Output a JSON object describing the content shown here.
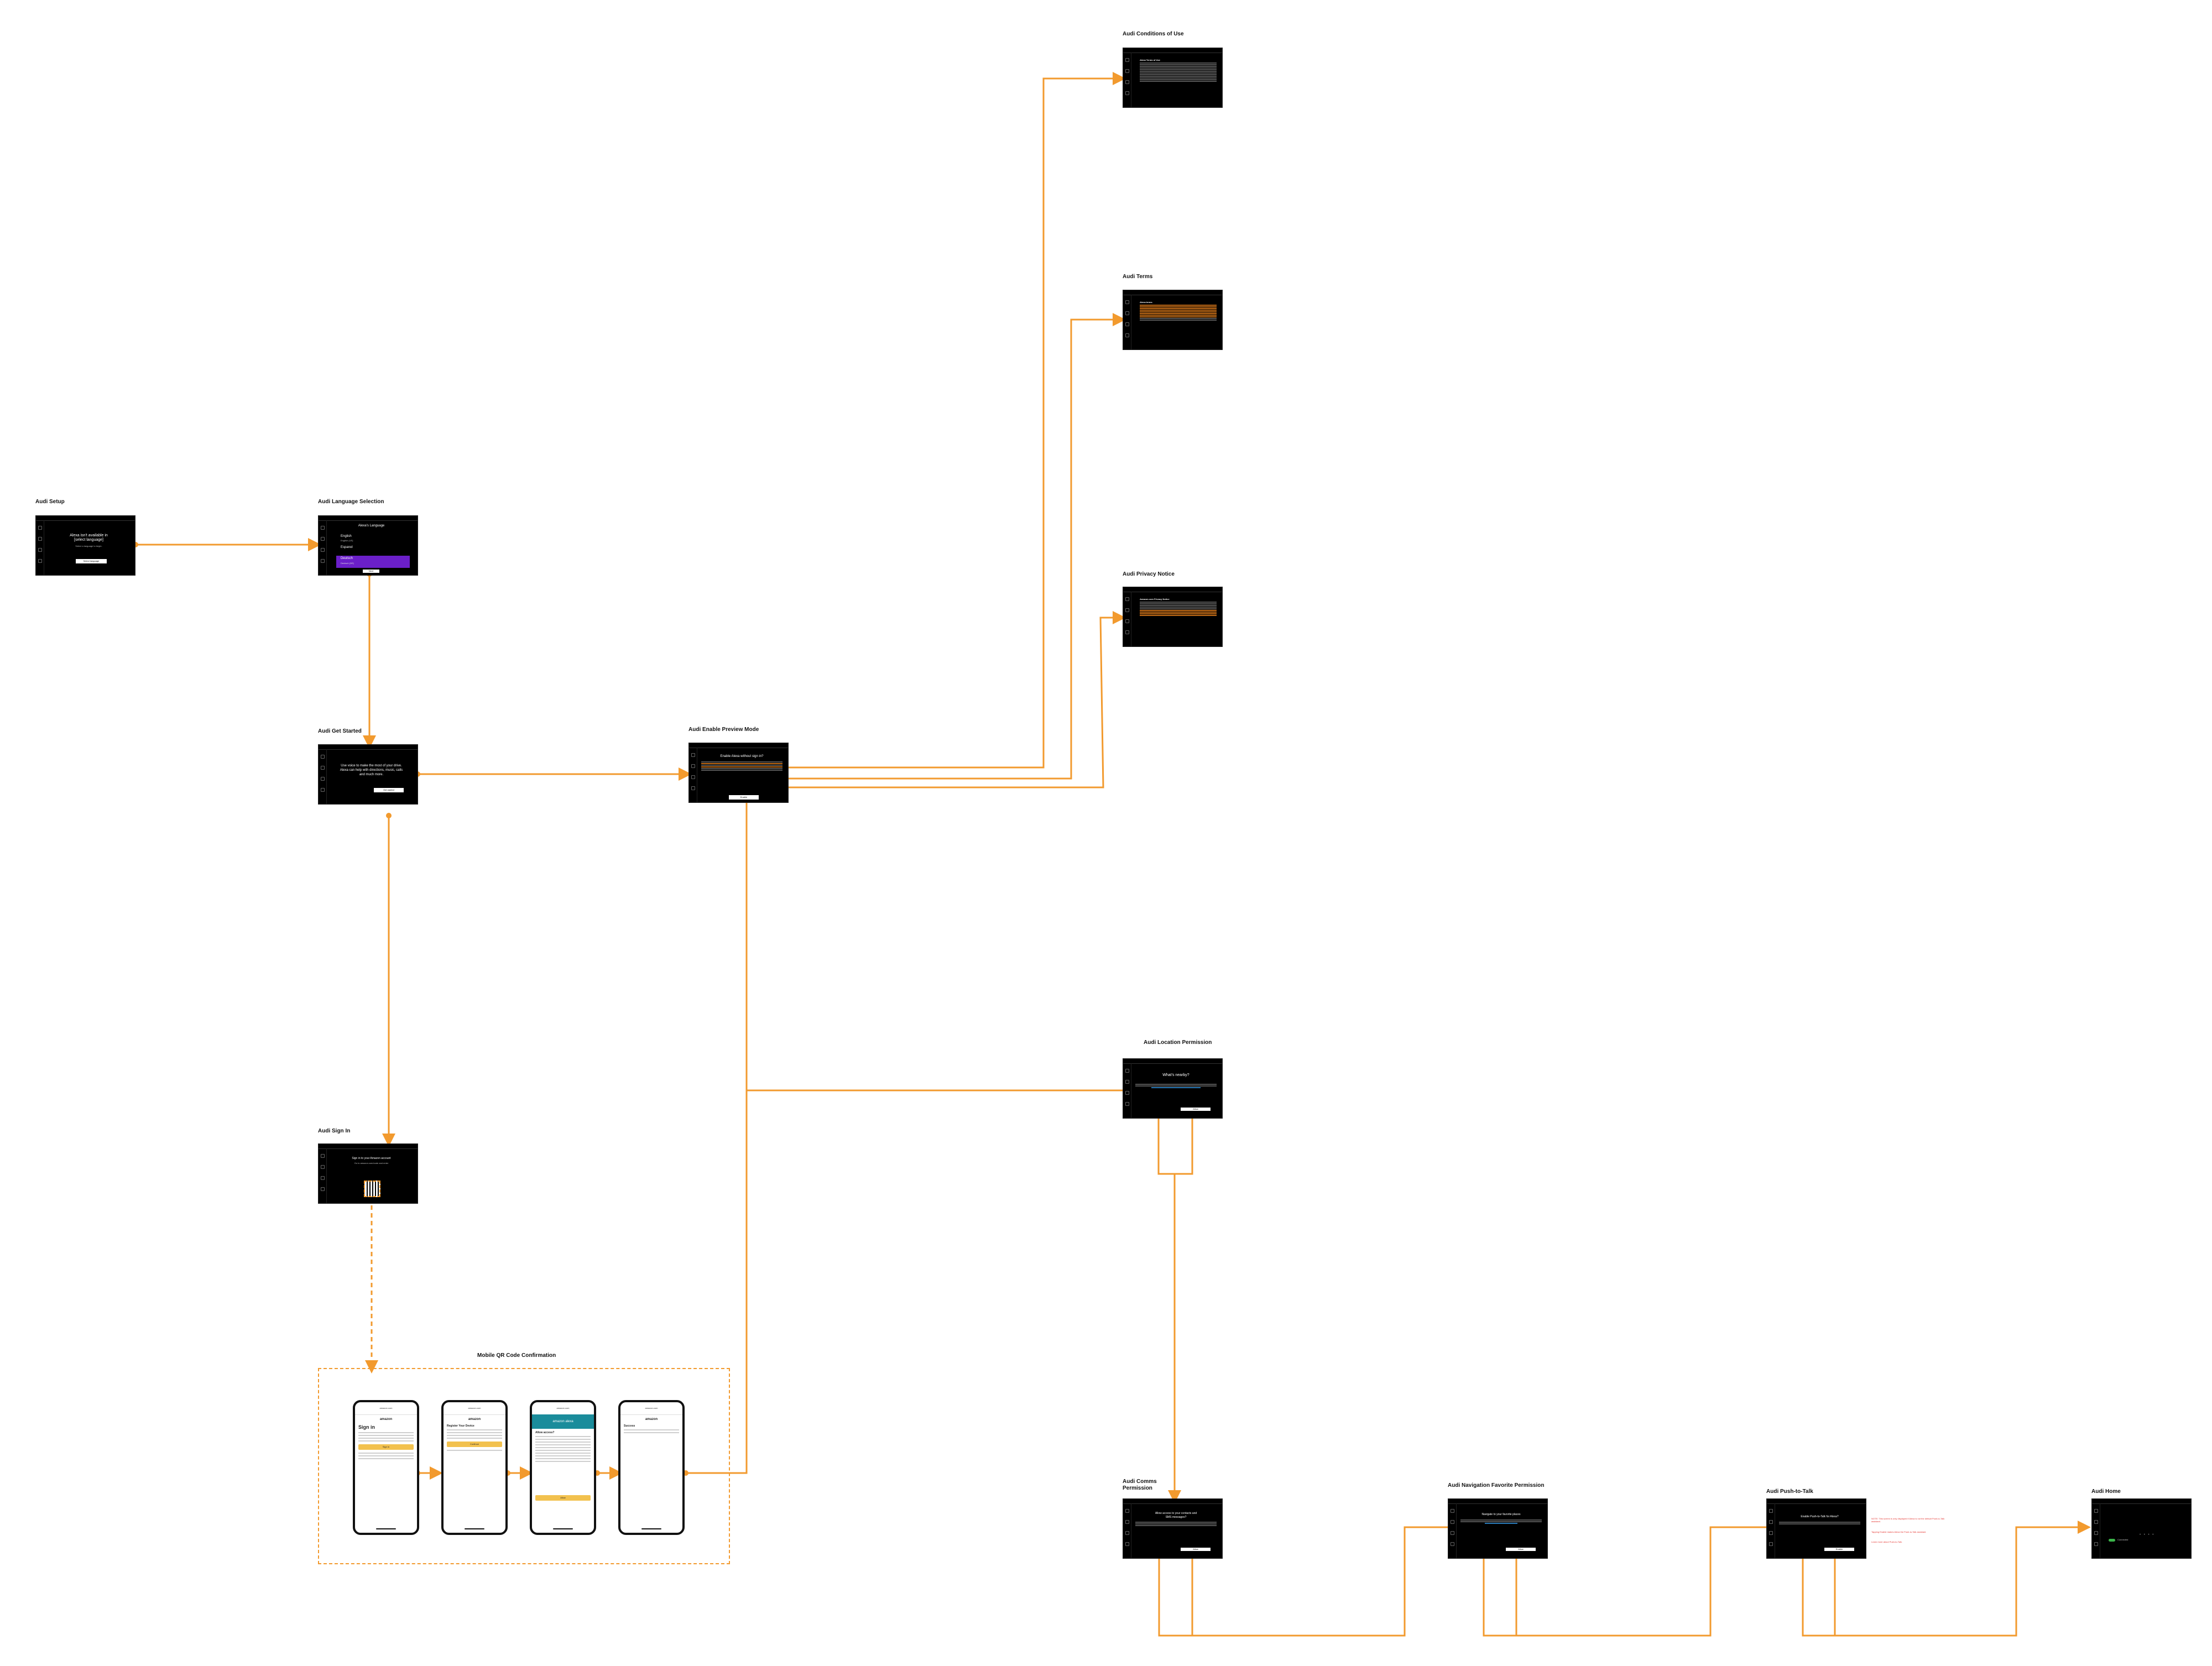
{
  "labels": {
    "audi_setup": "Audi Setup",
    "language_selection": "Audi Language Selection",
    "get_started": "Audi Get Started",
    "enable_preview": "Audi Enable Preview Mode",
    "conditions_of_use": "Audi Conditions of Use",
    "terms": "Audi Terms",
    "privacy_notice": "Audi Privacy Notice",
    "location_permission": "Audi Location Permission",
    "sign_in": "Audi Sign In",
    "mobile_qr": "Mobile QR Code Confirmation",
    "comms_permission_line1": "Audi Comms",
    "comms_permission_line2": "Permission",
    "nav_favorite_permission": "Audi Navigation Favorite Permission",
    "push_to_talk": "Audi Push-to-Talk",
    "home": "Audi Home"
  },
  "screens": {
    "setup": {
      "title_line1": "Alexa isn't available in",
      "title_line2": "[select language]",
      "sub": "Select a language to begin.",
      "button": "Select language"
    },
    "language": {
      "header": "Alexa's Language",
      "items": [
        "English",
        "Espanol",
        "Deutsch"
      ],
      "item_subs": [
        "English (US)",
        "",
        "Deutsch (DE)"
      ],
      "button": "Next"
    },
    "get_started": {
      "title_line1": "Use voice to make the most of your drive.",
      "title_line2": "Alexa can help with directions, music, calls",
      "title_line3": "and much more.",
      "button": "Get started"
    },
    "enable_preview": {
      "title": "Enable Alexa without sign in?",
      "button": "Enable"
    },
    "conditions": {
      "heading": "Alexa Terms of Use"
    },
    "terms": {
      "heading": "Alexa terms"
    },
    "privacy": {
      "heading": "Amazon.com Privacy Notice"
    },
    "location": {
      "title": "What's nearby?",
      "button": "Allow"
    },
    "sign_in": {
      "title": "Sign in to your Amazon account",
      "sub": "Go to amazon.com/code and enter"
    },
    "comms": {
      "title_line1": "Allow access to your contacts and",
      "title_line2": "SMS messages?",
      "button": "Allow"
    },
    "nav_fav": {
      "title": "Navigate to your favorite places",
      "button": "Allow"
    },
    "ptt": {
      "title": "Enable Push-to-Talk for Alexa?",
      "button": "Enable"
    },
    "home": {
      "status": "Connected"
    }
  },
  "phones": [
    {
      "logo": "amazon",
      "heading": "Sign in",
      "button": "Sign in"
    },
    {
      "logo": "amazon",
      "heading": "Register Your Device",
      "button": "Continue"
    },
    {
      "logo": "amazon",
      "banner": "amazon alexa",
      "heading": "Allow access?",
      "button": "Allow"
    },
    {
      "logo": "amazon",
      "heading": "Success",
      "button": ""
    }
  ],
  "ptt_notes": [
    "NOTE: This screen is only displayed if Alexa is not the default Push-to-Talk assistant.",
    "Tapping Enable makes Alexa the Push-to-Talk assistant.",
    "Learn more about Push-to-Talk."
  ],
  "colors": {
    "wire": "#f29a2e",
    "screen_bg": "#000000",
    "accent_purple": "#6b1fc9",
    "note_red": "#e5322d"
  }
}
